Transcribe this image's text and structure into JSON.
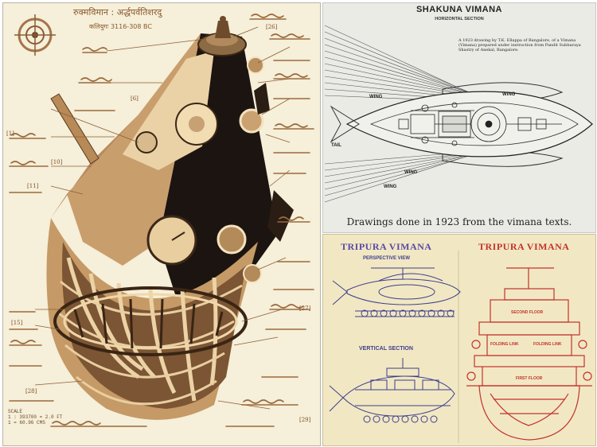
{
  "left_panel": {
    "header_text": "रुक्मविमान : अर्द्धपर्वतिशरदु",
    "date_text": "कलियुगः 3116-308 BC",
    "scale_text": "SCALE\n1 : 393700 = 2.0 FT\n1 = 60.96 CMS",
    "leaders": [
      "[1]",
      "[6]",
      "[10]",
      "[11]",
      "[15]",
      "[26]",
      "[27]",
      "[28]",
      "[29]"
    ]
  },
  "shakuna": {
    "title": "SHAKUNA VIMANA",
    "subtitle": "HORIZONTAL SECTION",
    "note": "A 1923 drawing by T.K. Ellappa of Bangalore, of a Vimana (Vimana) prepared under instruction from Pandit Subbaraya Shastry of Anekal, Bangalore.",
    "wing_labels": [
      "WING",
      "WING",
      "WING",
      "WING"
    ],
    "tail_label": "TAIL",
    "caption": "Drawings done in 1923 from the vimana texts."
  },
  "tripura": {
    "left_title": "TRIPURA VIMANA",
    "perspective_label": "PERSPECTIVE VIEW",
    "vertical_label": "VERTICAL SECTION",
    "right_title": "TRIPURA VIMANA",
    "floor_labels": [
      "SECOND FLOOR",
      "FOLDING LINK",
      "FOLDING LINK",
      "FIRST FLOOR"
    ]
  },
  "colors": {
    "sepia_dark": "#4a2f18",
    "sepia_mid": "#a5744a",
    "sepia_light": "#e4c99b",
    "ink_blue": "#3e3d8e",
    "ink_red": "#c4322e"
  }
}
